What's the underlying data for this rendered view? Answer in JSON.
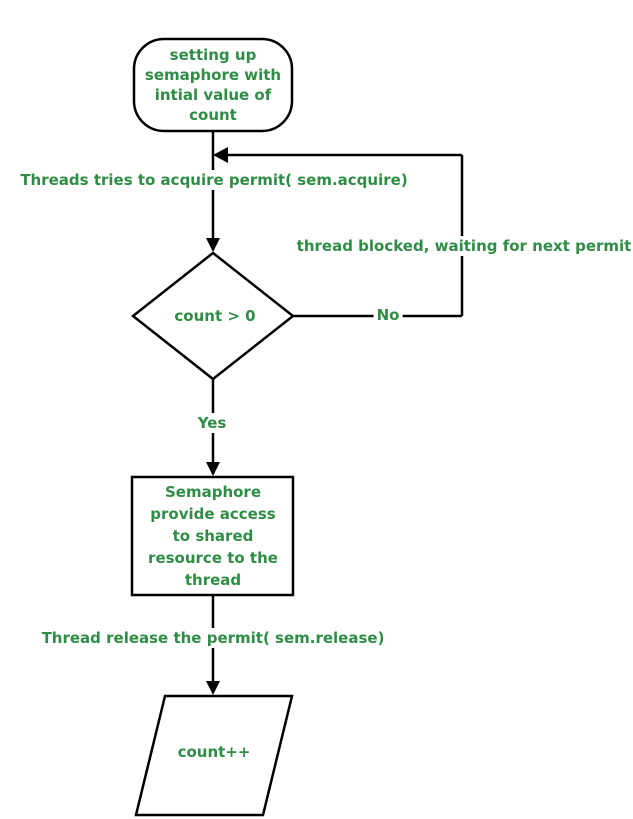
{
  "diagram": {
    "type": "flowchart",
    "topic": "Semaphore acquire/release flow",
    "colors": {
      "text": "#2f8d46",
      "line": "#000000",
      "background": "#ffffff"
    },
    "nodes": {
      "start": {
        "shape": "terminator",
        "text": "setting up semaphore with intial value of count",
        "lines": [
          "setting up",
          "semaphore with",
          "intial value of",
          "count"
        ]
      },
      "decision": {
        "shape": "diamond",
        "text": "count > 0"
      },
      "process": {
        "shape": "rectangle",
        "text": "Semaphore provide access to shared resource to the thread",
        "lines": [
          "Semaphore",
          "provide access",
          "to shared",
          "resource to the",
          "thread"
        ]
      },
      "io": {
        "shape": "parallelogram",
        "text": "count++"
      }
    },
    "edges": {
      "acquire_label": "Threads tries to acquire permit( sem.acquire)",
      "blocked_label": "thread blocked, waiting for next permit",
      "no_label": "No",
      "yes_label": "Yes",
      "release_label": "Thread release the permit( sem.release)"
    }
  }
}
